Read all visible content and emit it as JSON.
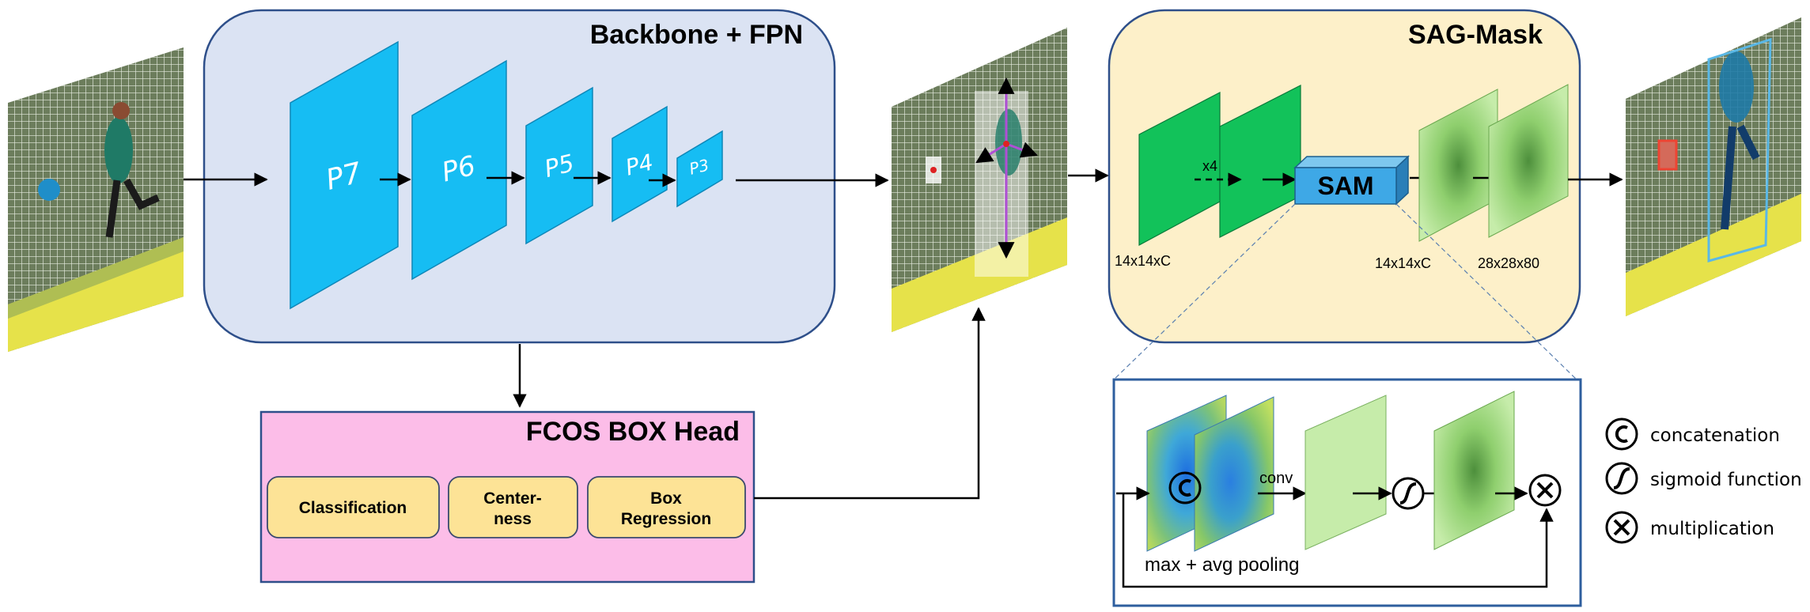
{
  "backbone": {
    "title": "Backbone + FPN",
    "levels": [
      "P7",
      "P6",
      "P5",
      "P4",
      "P3"
    ]
  },
  "fcos_head": {
    "title": "FCOS BOX Head",
    "branches": [
      "Classification",
      "Center-",
      "ness",
      "Box",
      "Regression"
    ]
  },
  "sag_mask": {
    "title": "SAG-Mask",
    "repeat_label": "x4",
    "sam_label": "SAM",
    "dims": [
      "14x14xC",
      "14x14xC",
      "28x28x80"
    ]
  },
  "sam_detail": {
    "conv_label": "conv",
    "pooling_label": "max + avg pooling"
  },
  "legend": {
    "items": [
      {
        "symbol": "C",
        "label": "concatenation"
      },
      {
        "symbol": "S",
        "label": "sigmoid function"
      },
      {
        "symbol": "X",
        "label": "multiplication"
      }
    ]
  },
  "colors": {
    "fpn_bg": "#dbe3f3",
    "fpn_layer": "#16bdf3",
    "head_bg": "#fcbde8",
    "branch_bg": "#fde396",
    "sag_bg": "#fdf0c9",
    "conv_green": "#12c25a",
    "frame_blue": "#2e5e9e"
  }
}
